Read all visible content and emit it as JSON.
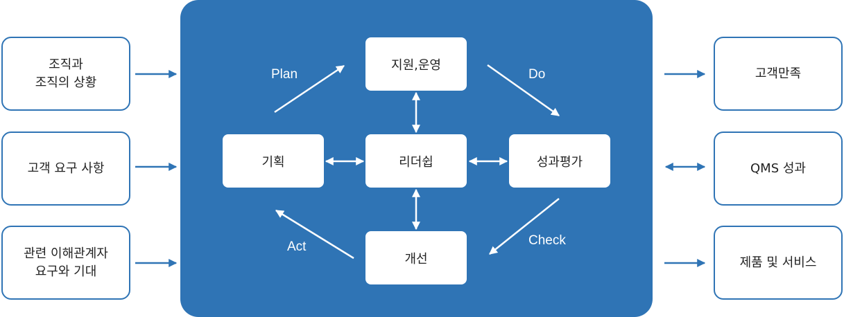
{
  "colors": {
    "primary": "#2f74b5",
    "box": "#ffffff",
    "text": "#222222",
    "label": "#ffffff"
  },
  "inputs": [
    {
      "label": "조직과\n조직의 상황"
    },
    {
      "label": "고객 요구 사항"
    },
    {
      "label": "관련 이해관계자\n요구와 기대"
    }
  ],
  "outputs": [
    {
      "label": "고객만족"
    },
    {
      "label": "QMS 성과"
    },
    {
      "label": "제품 및 서비스"
    }
  ],
  "center": {
    "top": "지원,운영",
    "left": "기획",
    "middle": "리더쉽",
    "right": "성과평가",
    "bottom": "개선"
  },
  "cycle": {
    "plan": "Plan",
    "do": "Do",
    "check": "Check",
    "act": "Act"
  }
}
